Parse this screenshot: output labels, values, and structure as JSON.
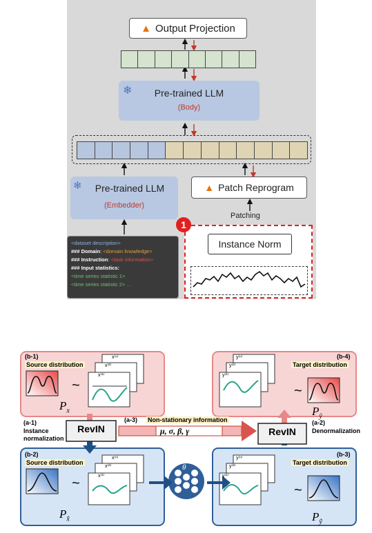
{
  "top": {
    "output_projection": "Output Projection",
    "llm_body_title": "Pre-trained LLM",
    "llm_body_sub": "(Body)",
    "llm_embedder_title": "Pre-trained LLM",
    "llm_embedder_sub": "(Embedder)",
    "patch_reprogram": "Patch Reprogram",
    "patching": "Patching",
    "instance_norm": "Instance Norm",
    "badge": "1",
    "prompt": {
      "line1": "<dataset description>",
      "line2_key": "### Domain",
      "line2_val": "<domain knowledge>",
      "line3_key": "### Instruction",
      "line3_val": "<task information>",
      "line4": "### Input statistics:",
      "line5": "<time series statistic 1>",
      "line6": "<time series statistic 2> …"
    }
  },
  "bottom": {
    "b1_tag": "(b-1)",
    "b1_label": "Source distribution",
    "b1_dist": "P",
    "b1_sub": "x",
    "b2_tag": "(b-2)",
    "b2_label": "Source distribution",
    "b2_dist": "P",
    "b2_sub": "x̂",
    "b3_tag": "(b-3)",
    "b3_label": "Target distribution",
    "b3_dist": "P",
    "b3_sub": "ỹ",
    "b4_tag": "(b-4)",
    "b4_label": "Target distribution",
    "b4_dist": "P",
    "b4_sub": "ŷ",
    "a1_tag": "(a-1)",
    "a1_label1": "Instance",
    "a1_label2": "normalization",
    "a2_tag": "(a-2)",
    "a2_label": "Denormalization",
    "a3_tag": "(a-3)",
    "a3_label": "Non-stationary information",
    "a3_params": "μ, σ, β, γ",
    "revin_left": "RevIN",
    "revin_right": "RevIN",
    "theta": "θ",
    "tilde": "~",
    "x_sup": "x⁽¹⁾",
    "x_sup2": "x⁽²⁾",
    "x_supn": "x⁽ⁿ⁾",
    "y_sup": "y⁽¹⁾",
    "y_sup2": "y⁽²⁾",
    "y_supn": "y⁽ⁿ⁾"
  },
  "colors": {
    "top_panel_bg": "#d9d9d9",
    "output_tokens": "#d5e3cf",
    "llm_box": "#b8c8e2",
    "blue_tokens": "#b7c6df",
    "tan_tokens": "#dfd4b4",
    "red_dash": "#e02020",
    "red_panel": "#f7d5d5",
    "red_border": "#e88787",
    "blue_panel": "#d6e5f5",
    "blue_border": "#2f5f97",
    "label_bg": "#fdf1c4",
    "green_wave": "#2aa388"
  }
}
